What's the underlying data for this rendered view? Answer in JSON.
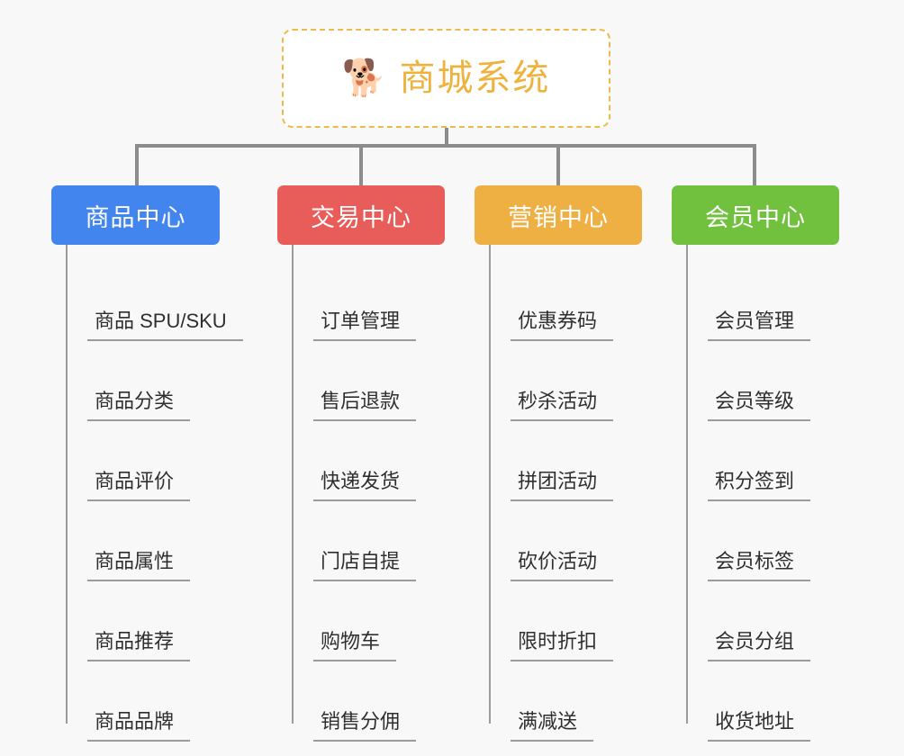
{
  "canvas": {
    "background": "#f8f8f8",
    "line_color": "#8c8c8c"
  },
  "root": {
    "icon": "shiba-dog-face-icon",
    "icon_glyph": "🐕",
    "title": "商城系统",
    "text_color": "#eeb33e",
    "border_color": "#eeb94a",
    "background": "#ffffff"
  },
  "columns": [
    {
      "id": "product-center",
      "label": "商品中心",
      "color": "#4285ef",
      "items": [
        {
          "label": "商品 SPU/SKU"
        },
        {
          "label": "商品分类"
        },
        {
          "label": "商品评价"
        },
        {
          "label": "商品属性"
        },
        {
          "label": "商品推荐"
        },
        {
          "label": "商品品牌"
        }
      ]
    },
    {
      "id": "trade-center",
      "label": "交易中心",
      "color": "#e85d5a",
      "items": [
        {
          "label": "订单管理"
        },
        {
          "label": "售后退款"
        },
        {
          "label": "快递发货"
        },
        {
          "label": "门店自提"
        },
        {
          "label": "购物车"
        },
        {
          "label": "销售分佣"
        }
      ]
    },
    {
      "id": "marketing-center",
      "label": "营销中心",
      "color": "#eeaf43",
      "items": [
        {
          "label": "优惠券码"
        },
        {
          "label": "秒杀活动"
        },
        {
          "label": "拼团活动"
        },
        {
          "label": "砍价活动"
        },
        {
          "label": "限时折扣"
        },
        {
          "label": "满减送"
        }
      ]
    },
    {
      "id": "member-center",
      "label": "会员中心",
      "color": "#71c13f",
      "items": [
        {
          "label": "会员管理"
        },
        {
          "label": "会员等级"
        },
        {
          "label": "积分签到"
        },
        {
          "label": "会员标签"
        },
        {
          "label": "会员分组"
        },
        {
          "label": "收货地址"
        }
      ]
    }
  ]
}
